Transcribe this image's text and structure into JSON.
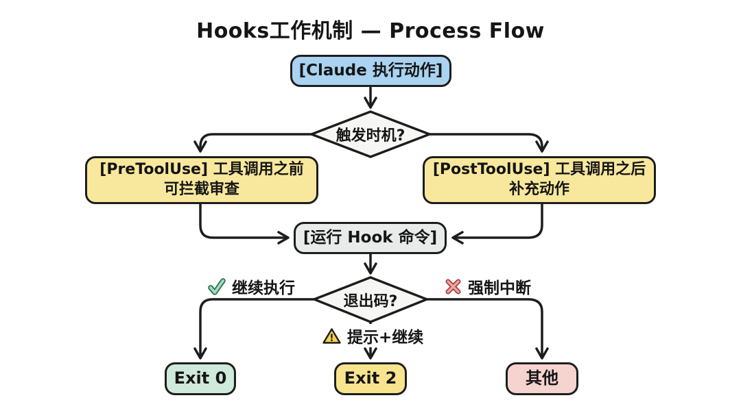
{
  "title": "Hooks工作机制 — Process Flow",
  "nodes": {
    "start": {
      "label": "[Claude 执行动作]"
    },
    "trigger": {
      "label": "触发时机?"
    },
    "pre": {
      "line1": "[PreToolUse] 工具调用之前",
      "line2": "可拦截审查"
    },
    "post": {
      "line1": "[PostToolUse] 工具调用之后",
      "line2": "补充动作"
    },
    "run": {
      "label": "[运行 Hook 命令]"
    },
    "exitcode": {
      "label": "退出码?"
    },
    "exit0": {
      "label": "Exit 0"
    },
    "exit2": {
      "label": "Exit 2"
    },
    "other": {
      "label": "其他"
    }
  },
  "edge_labels": {
    "continue": {
      "icon": "check-icon",
      "text": "继续执行"
    },
    "block": {
      "icon": "x-icon",
      "text": "强制中断"
    },
    "warn": {
      "icon": "warning-icon",
      "text": "提示+继续",
      "mark": "!"
    }
  },
  "colors": {
    "line": "#1d1d1d",
    "start_fill": "#a9d3f1",
    "branch_fill": "#f8e89d",
    "run_fill": "#e9ebeb",
    "diamond_fill": "#f6f7f5",
    "exit0_fill": "#cfe9da",
    "exit2_fill": "#f8e48e",
    "other_fill": "#f5d3cf",
    "check_green": "#9fdcba",
    "check_outline": "#2e6b4f",
    "x_pink": "#efa49e",
    "x_outline": "#a34040",
    "warn_yellow": "#f6d14e"
  }
}
